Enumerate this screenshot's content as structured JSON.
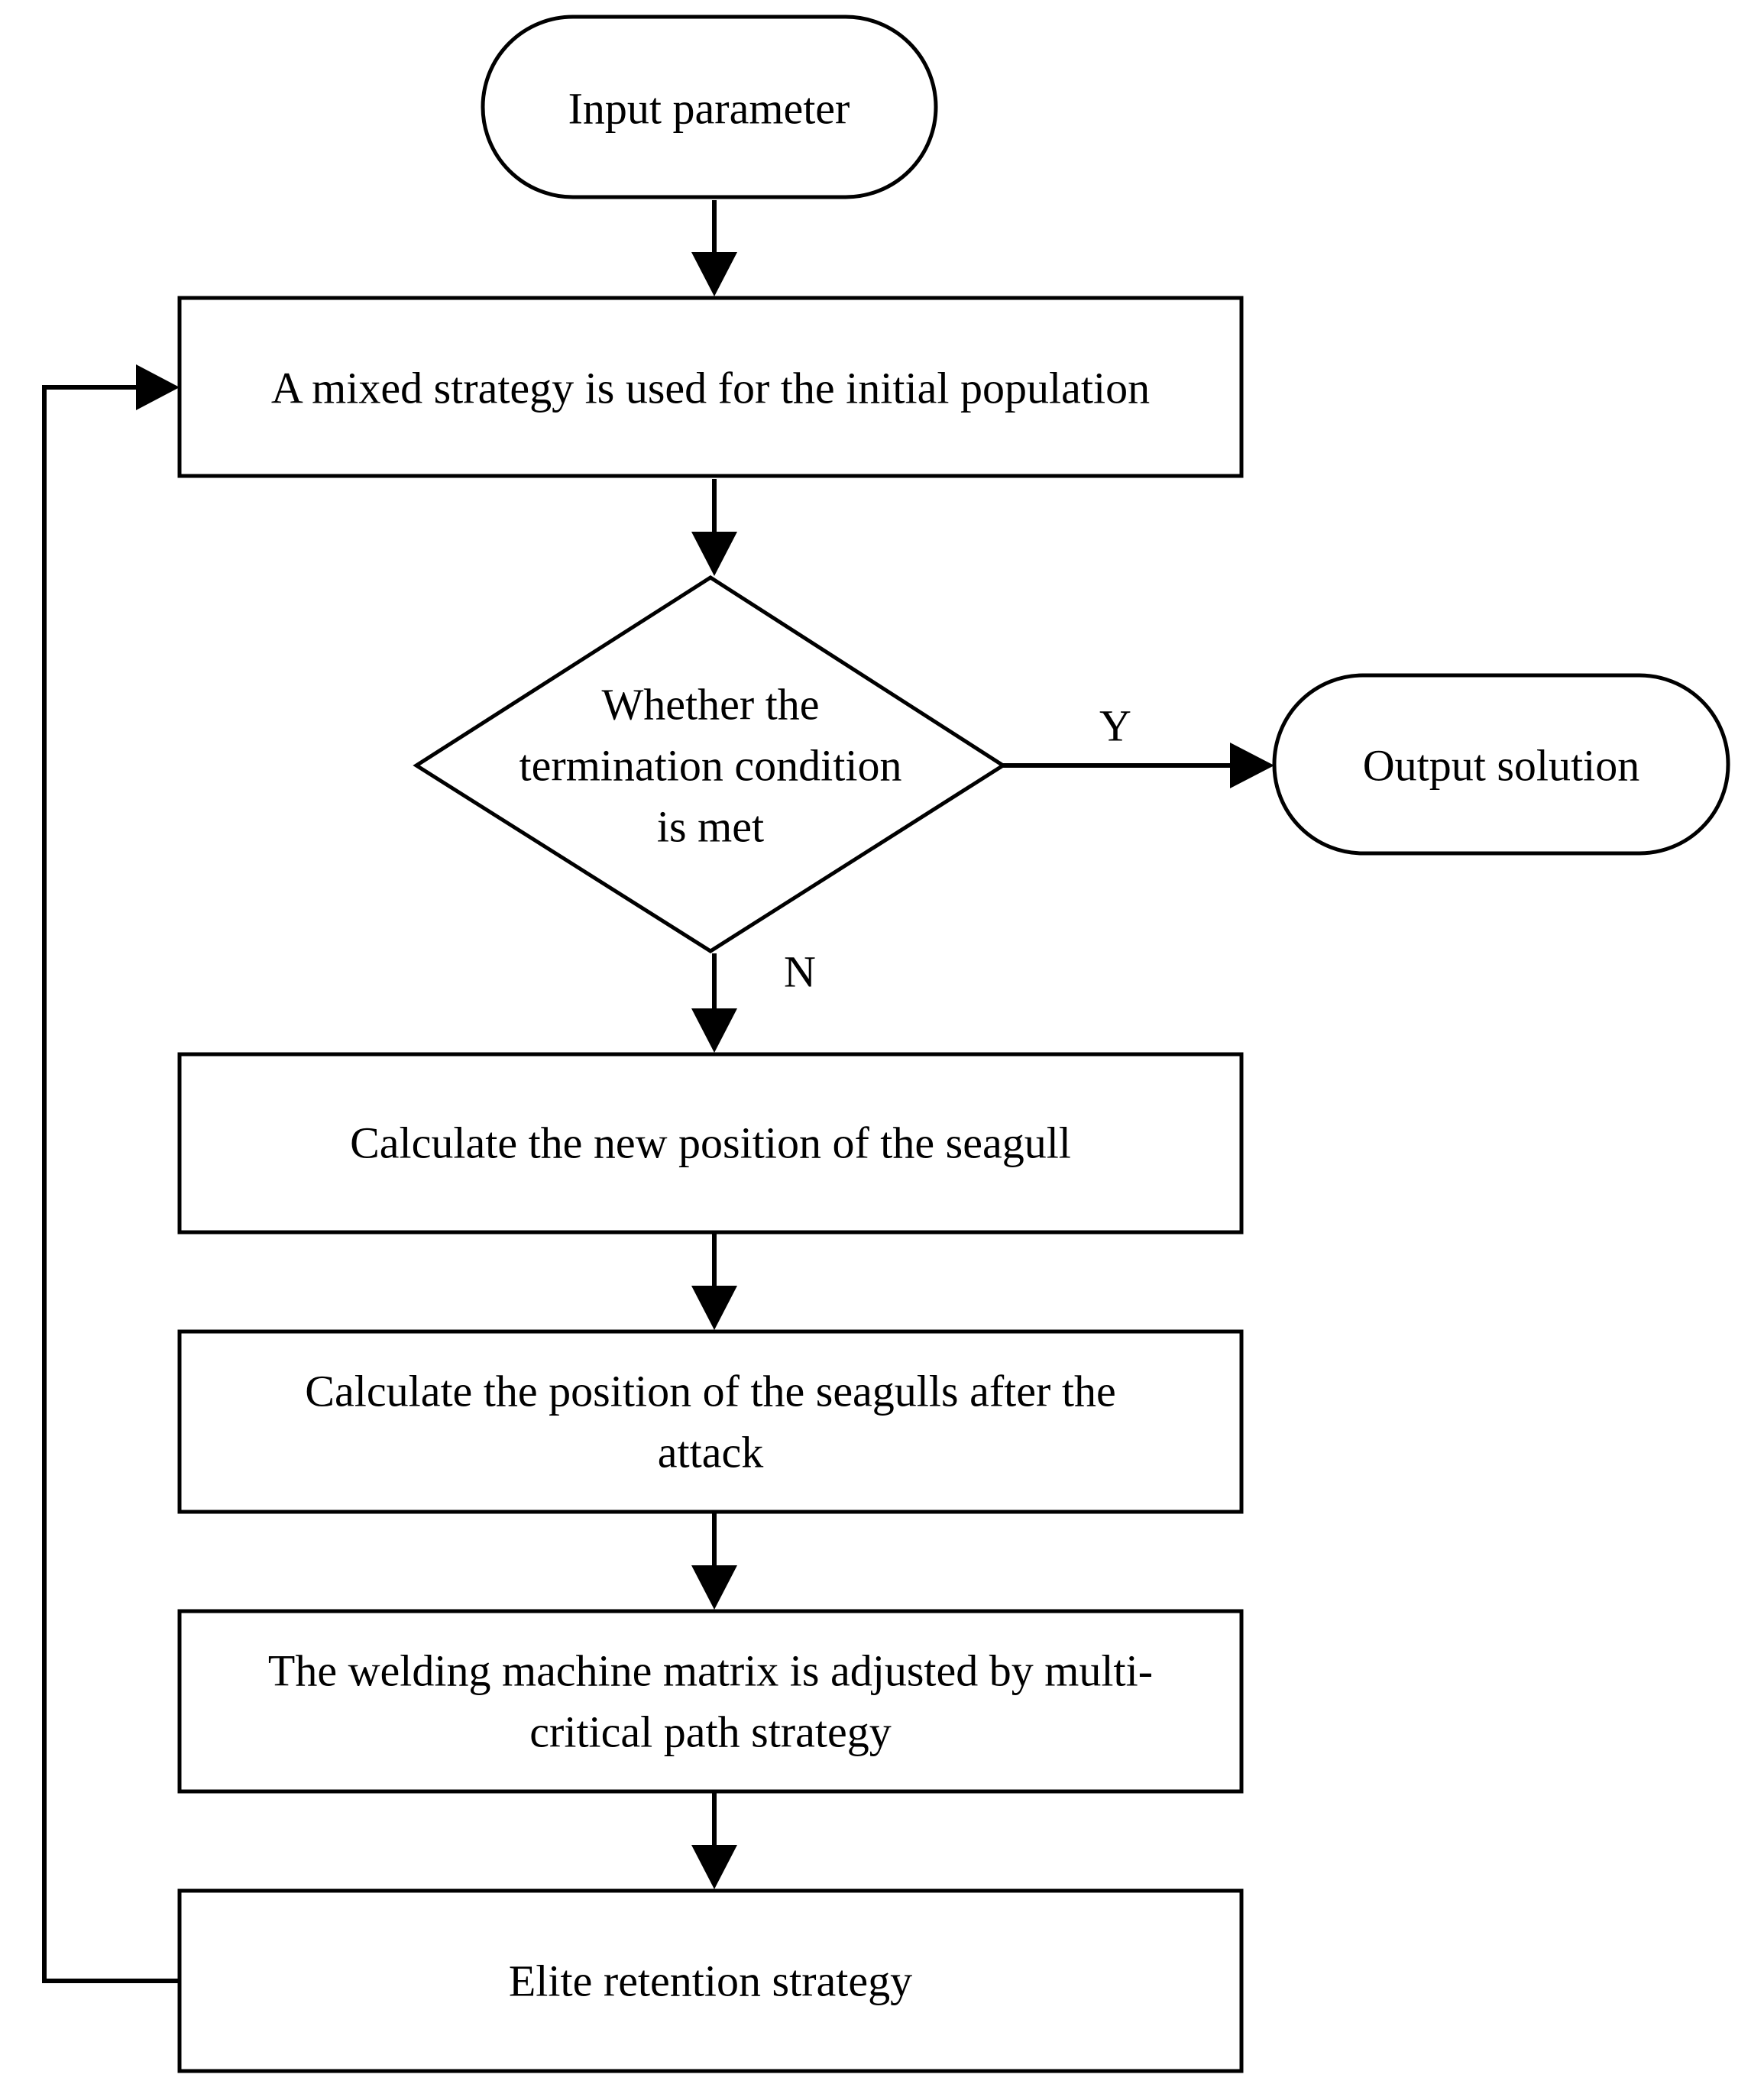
{
  "nodes": {
    "input": {
      "lines": [
        "Input parameter"
      ]
    },
    "init": {
      "lines": [
        "A mixed strategy is used for the initial population"
      ]
    },
    "decision": {
      "lines": [
        "Whether the",
        "termination condition",
        "is met"
      ]
    },
    "output": {
      "lines": [
        "Output solution"
      ]
    },
    "calc_new": {
      "lines": [
        "Calculate the new position of the seagull"
      ]
    },
    "calc_attack": {
      "lines": [
        "Calculate the position of the seagulls after the",
        "attack"
      ]
    },
    "welding": {
      "lines": [
        "The welding machine matrix is adjusted by multi-",
        "critical path strategy"
      ]
    },
    "elite": {
      "lines": [
        "Elite retention strategy"
      ]
    }
  },
  "edges": {
    "yes_label": "Y",
    "no_label": "N"
  },
  "colors": {
    "stroke": "#000000",
    "fill": "#ffffff",
    "text": "#000000"
  }
}
